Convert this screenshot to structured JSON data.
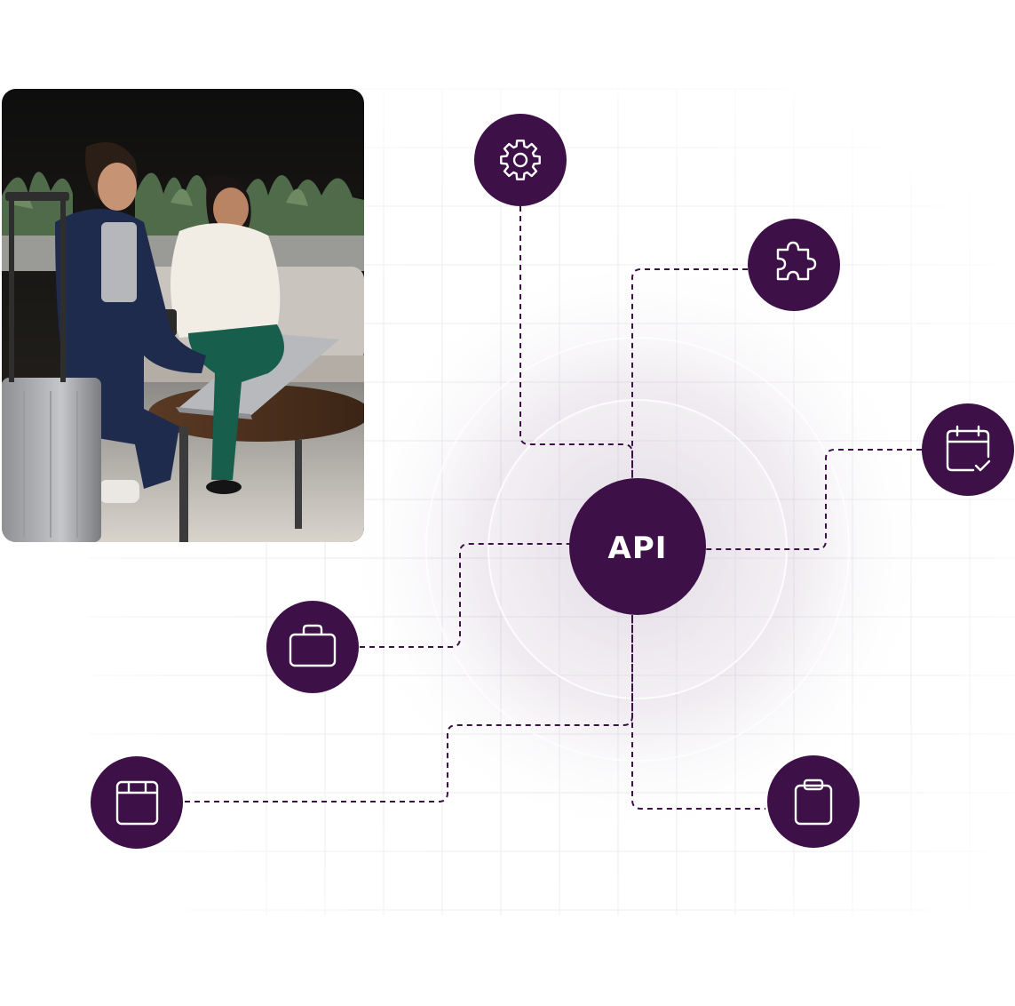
{
  "colors": {
    "brand": "#3d1048",
    "icon": "#ffffff",
    "dash": "#3d1048",
    "grid": "#e6e4ea",
    "halo": "#d8cfdc"
  },
  "center": {
    "label": "API"
  },
  "nodes": [
    {
      "id": "settings",
      "icon": "gear-icon"
    },
    {
      "id": "integrations",
      "icon": "puzzle-icon"
    },
    {
      "id": "calendar",
      "icon": "calendar-check-icon"
    },
    {
      "id": "clipboard",
      "icon": "clipboard-icon"
    },
    {
      "id": "window",
      "icon": "browser-window-icon"
    },
    {
      "id": "briefcase",
      "icon": "briefcase-icon"
    }
  ],
  "photo": {
    "description_icon": "travelers-photo"
  }
}
